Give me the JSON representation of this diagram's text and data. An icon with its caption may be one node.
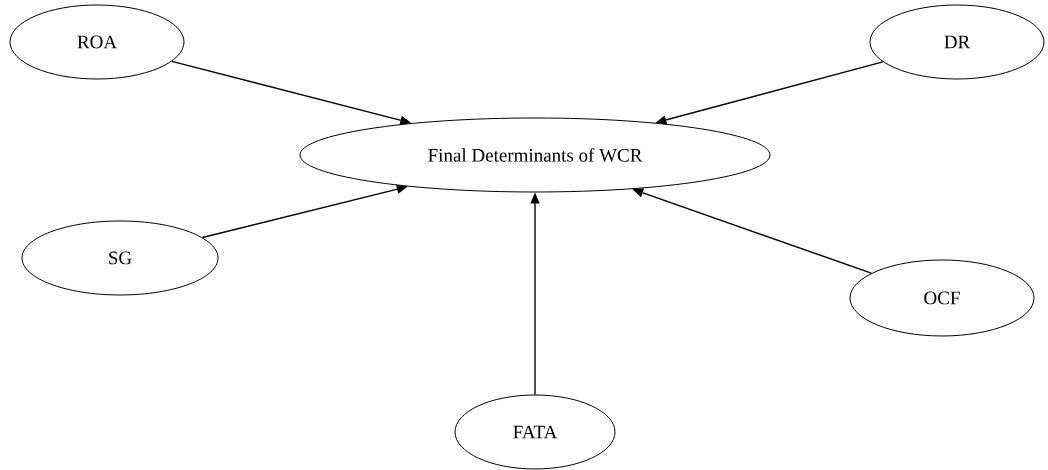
{
  "diagram": {
    "nodes": [
      {
        "text": [
          "ROA"
        ]
      },
      {
        "text": [
          "DR"
        ]
      },
      {
        "text": [
          "Final Determinants of WCR"
        ]
      },
      {
        "text": [
          "SG"
        ]
      },
      {
        "text": [
          "OCF"
        ]
      },
      {
        "text": [
          "FATA"
        ]
      }
    ],
    "edges": [
      {
        "from": 0,
        "to": 2,
        "arrow": "to"
      },
      {
        "from": 1,
        "to": 2,
        "arrow": "to"
      },
      {
        "from": 3,
        "to": 2,
        "arrow": "to"
      },
      {
        "from": 4,
        "to": 2,
        "arrow": "to"
      },
      {
        "from": 5,
        "to": 2,
        "arrow": "to"
      }
    ]
  }
}
